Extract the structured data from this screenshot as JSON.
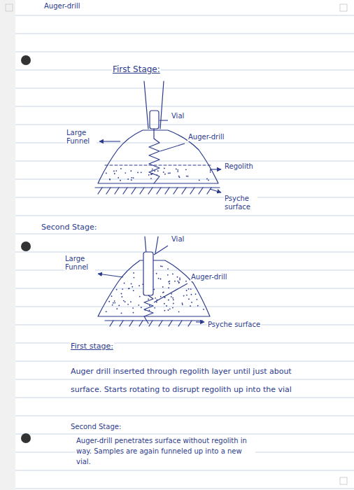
{
  "diagram": {
    "title": "Auger-drill",
    "labels": [
      "First Stage:",
      "Vial",
      "Large Funnel",
      "Auger-drill",
      "Regolith",
      "Psyche surface",
      "Second Stage:",
      "Vial",
      "Large Funnel",
      "Auger-drill",
      "Psyche surface",
      "First stage:",
      "Auger drill inserted through regolith layer until just about surface. Starts rotating to disrupt regolith up into the vial",
      "Second Stage:",
      "Auger-drill penetrates surface without regolith in way. Samples are again funneled up into a new vial."
    ]
  }
}
